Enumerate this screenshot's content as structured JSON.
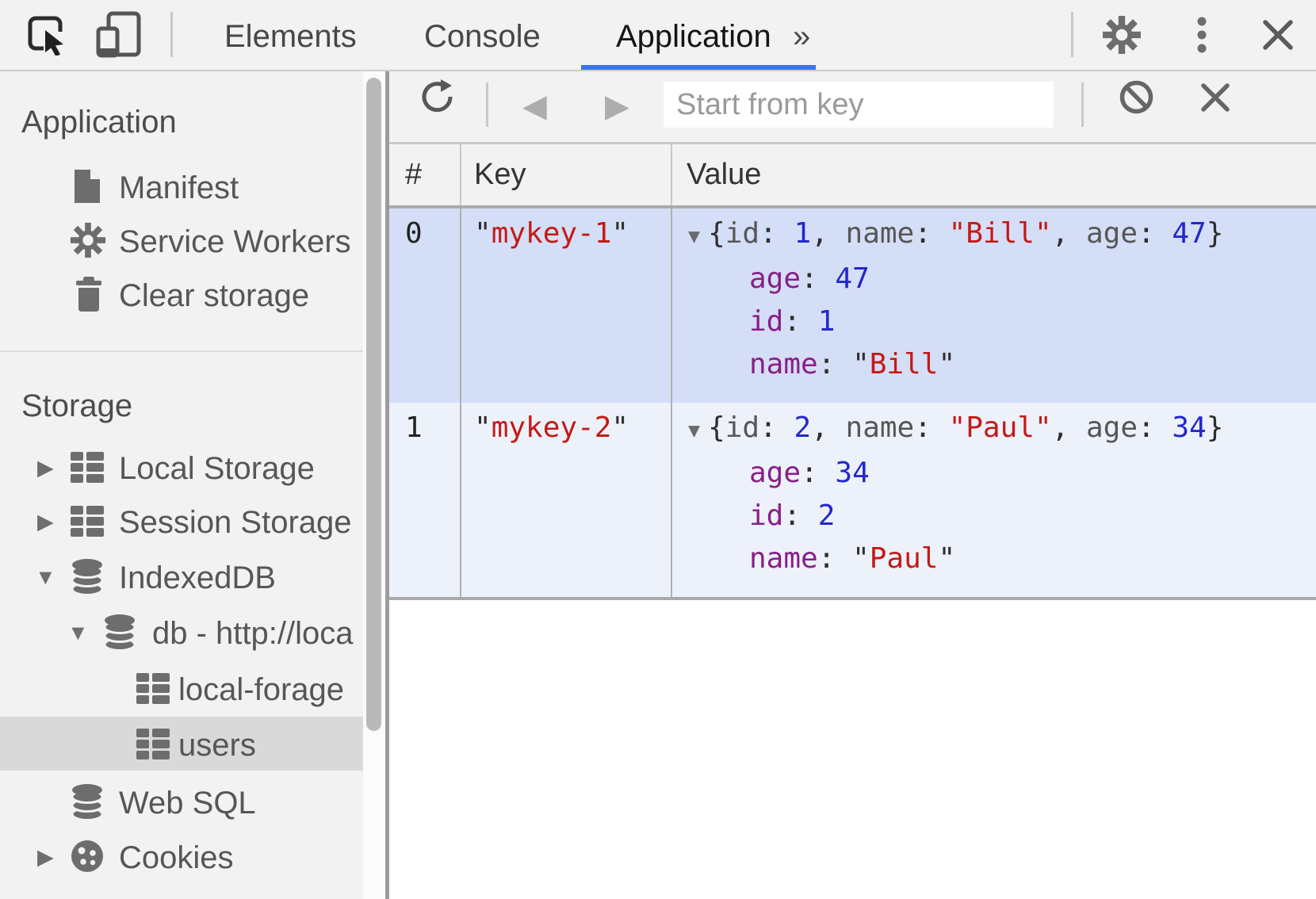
{
  "tabbar": {
    "tabs": [
      {
        "label": "Elements",
        "active": false
      },
      {
        "label": "Console",
        "active": false
      },
      {
        "label": "Application",
        "active": true
      }
    ],
    "overflow_label": "»"
  },
  "toolbar": {
    "placeholder": "Start from key"
  },
  "sidebar": {
    "sections": [
      {
        "header": "Application",
        "items": [
          {
            "label": "Manifest",
            "icon": "document-icon"
          },
          {
            "label": "Service Workers",
            "icon": "gear-icon"
          },
          {
            "label": "Clear storage",
            "icon": "trash-icon"
          }
        ]
      },
      {
        "header": "Storage",
        "items": [
          {
            "label": "Local Storage",
            "icon": "table-icon",
            "state": "collapsed"
          },
          {
            "label": "Session Storage",
            "icon": "table-icon",
            "state": "collapsed"
          },
          {
            "label": "IndexedDB",
            "icon": "database-icon",
            "state": "expanded"
          },
          {
            "label": "db - http://loca",
            "icon": "database-icon",
            "state": "expanded"
          },
          {
            "label": "local-forage",
            "icon": "table-icon"
          },
          {
            "label": "users",
            "icon": "table-icon",
            "selected": true
          },
          {
            "label": "Web SQL",
            "icon": "database-icon"
          },
          {
            "label": "Cookies",
            "icon": "cookie-icon",
            "state": "collapsed"
          }
        ]
      }
    ]
  },
  "icons": {
    "tree_expanded": "▼",
    "tree_collapsed": "▶",
    "nav_back": "◀",
    "nav_forward": "▶",
    "value_expander": "▼"
  },
  "grid": {
    "columns": [
      "#",
      "Key",
      "Value"
    ],
    "rows": [
      {
        "index": "0",
        "selected": true,
        "key": [
          [
            "\"",
            "q"
          ],
          [
            "mykey-1",
            "s"
          ],
          [
            "\"",
            "q"
          ]
        ],
        "preview": [
          [
            "{",
            "p"
          ],
          [
            "id",
            "gk"
          ],
          [
            ": ",
            "p"
          ],
          [
            "1",
            "n"
          ],
          [
            ", ",
            "p"
          ],
          [
            "name",
            "gk"
          ],
          [
            ": ",
            "p"
          ],
          [
            "\"Bill\"",
            "s"
          ],
          [
            ", ",
            "p"
          ],
          [
            "age",
            "gk"
          ],
          [
            ": ",
            "p"
          ],
          [
            "47",
            "n"
          ],
          [
            "}",
            "p"
          ]
        ],
        "props": [
          [
            [
              "age",
              "pk"
            ],
            [
              ": ",
              "p"
            ],
            [
              "47",
              "n"
            ]
          ],
          [
            [
              "id",
              "pk"
            ],
            [
              ": ",
              "p"
            ],
            [
              "1",
              "n"
            ]
          ],
          [
            [
              "name",
              "pk"
            ],
            [
              ": ",
              "p"
            ],
            [
              "\"",
              "q"
            ],
            [
              "Bill",
              "s"
            ],
            [
              "\"",
              "q"
            ]
          ]
        ]
      },
      {
        "index": "1",
        "selected": false,
        "key": [
          [
            "\"",
            "q"
          ],
          [
            "mykey-2",
            "s"
          ],
          [
            "\"",
            "q"
          ]
        ],
        "preview": [
          [
            "{",
            "p"
          ],
          [
            "id",
            "gk"
          ],
          [
            ": ",
            "p"
          ],
          [
            "2",
            "n"
          ],
          [
            ", ",
            "p"
          ],
          [
            "name",
            "gk"
          ],
          [
            ": ",
            "p"
          ],
          [
            "\"Paul\"",
            "s"
          ],
          [
            ", ",
            "p"
          ],
          [
            "age",
            "gk"
          ],
          [
            ": ",
            "p"
          ],
          [
            "34",
            "n"
          ],
          [
            "}",
            "p"
          ]
        ],
        "props": [
          [
            [
              "age",
              "pk"
            ],
            [
              ": ",
              "p"
            ],
            [
              "34",
              "n"
            ]
          ],
          [
            [
              "id",
              "pk"
            ],
            [
              ": ",
              "p"
            ],
            [
              "2",
              "n"
            ]
          ],
          [
            [
              "name",
              "pk"
            ],
            [
              ": ",
              "p"
            ],
            [
              "\"",
              "q"
            ],
            [
              "Paul",
              "s"
            ],
            [
              "\"",
              "q"
            ]
          ]
        ]
      }
    ]
  },
  "colors": {
    "chrome_bg": "#f2f2f2",
    "active_tab_underline": "#3a76e8",
    "selected_row_bg": "#d4def6",
    "alt_row_bg": "#edf1fa",
    "sidebar_selected_bg": "#d9d9d9",
    "string": "#c41a16",
    "number": "#2427cc",
    "property_key": "#881f88"
  }
}
